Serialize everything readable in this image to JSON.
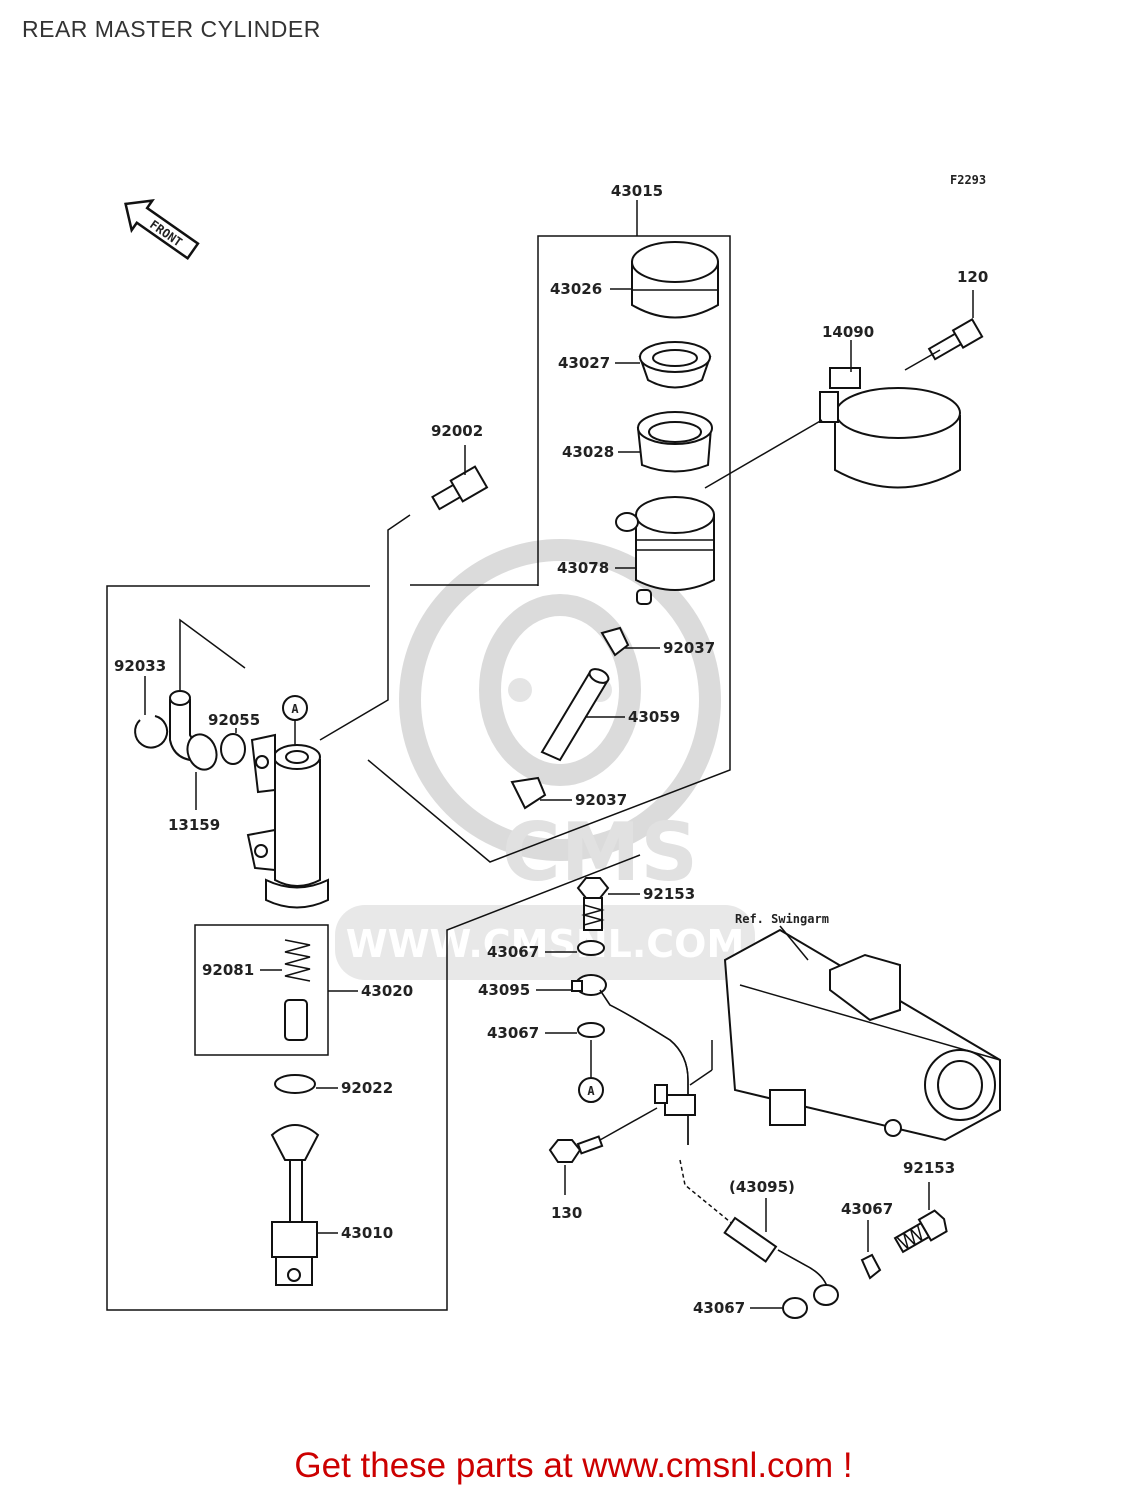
{
  "page_title": "REAR MASTER CYLINDER",
  "figure_code": "F2293",
  "front_label": "FRONT",
  "ref_label": "Ref. Swingarm",
  "watermark_text": "WWW.CMSNL.COM",
  "watermark_logo": "CMS",
  "footer_text": "Get these parts at www.cmsnl.com !",
  "footer_color": "#cc0000",
  "callout_A": "A",
  "labels": {
    "p43015": "43015",
    "p43026": "43026",
    "p43027": "43027",
    "p43028": "43028",
    "p43078": "43078",
    "p92037a": "92037",
    "p43059": "43059",
    "p92037b": "92037",
    "p120": "120",
    "p14090": "14090",
    "p92002": "92002",
    "p92033": "92033",
    "p92055": "92055",
    "p13159": "13159",
    "p92081": "92081",
    "p43020": "43020",
    "p92022": "92022",
    "p43010": "43010",
    "p92153a": "92153",
    "p43067a": "43067",
    "p43095": "43095",
    "p43067b": "43067",
    "p130": "130",
    "p43095b": "(43095)",
    "p92153b": "92153",
    "p43067c": "43067",
    "p43067d": "43067"
  }
}
